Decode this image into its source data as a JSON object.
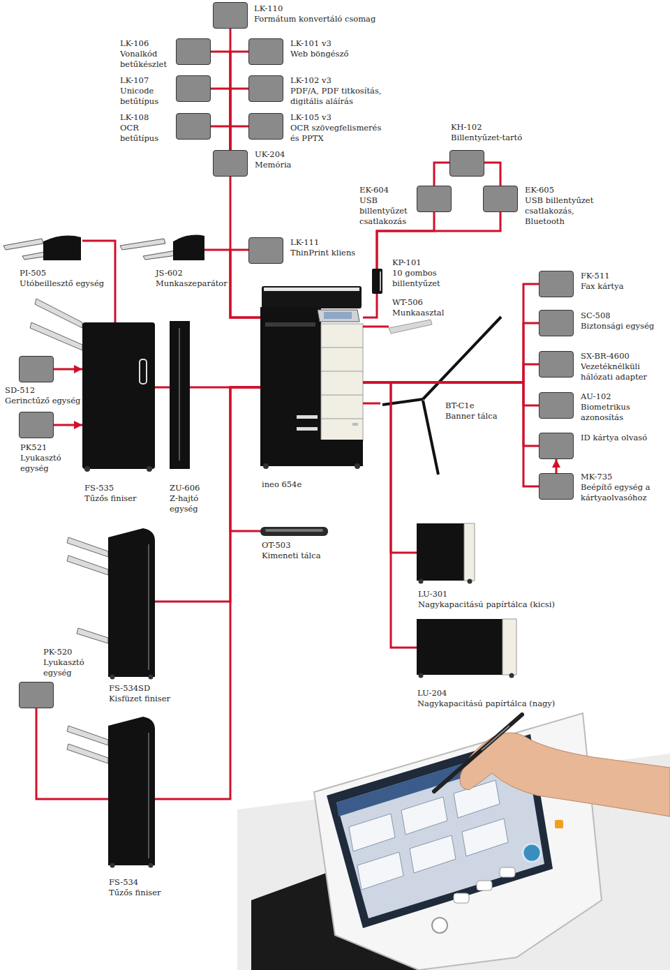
{
  "diagram": {
    "nodes": [
      {
        "text": [
          "LK-110",
          "Formátum konvertáló csomag"
        ]
      },
      {
        "text": [
          "LK-106",
          "Vonalkód betűkészlet"
        ]
      },
      {
        "text": [
          "LK-101 v3",
          "Web böngésző"
        ]
      },
      {
        "text": [
          "LK-107",
          "Unicode betűtípus"
        ]
      },
      {
        "text": [
          "LK-102 v3",
          "PDF/A, PDF titkosítás, digitális aláírás"
        ]
      },
      {
        "text": [
          "LK-108",
          "OCR betűtípus"
        ]
      },
      {
        "text": [
          "LK-105 v3",
          "OCR szövegfelismerés és PPTX"
        ]
      },
      {
        "text": [
          "KH-102",
          "Billentyűzet-tartó"
        ]
      },
      {
        "text": [
          "UK-204",
          "Memória"
        ]
      },
      {
        "text": [
          "EK-604",
          "USB billentyűzet csatlakozás"
        ]
      },
      {
        "text": [
          "EK-605",
          "USB billentyűzet csatlakozás, Bluetooth"
        ]
      },
      {
        "text": [
          "PI-505",
          "Utóbeillesztő egység"
        ]
      },
      {
        "text": [
          "JS-602",
          "Munkaszeparátor"
        ]
      },
      {
        "text": [
          "LK-111",
          "ThinPrint kliens"
        ]
      },
      {
        "text": [
          "KP-101",
          "10 gombos billentyűzet"
        ]
      },
      {
        "text": [
          "FK-511",
          "Fax kártya"
        ]
      },
      {
        "text": [
          "ineo 654e"
        ]
      },
      {
        "text": [
          "WT-506",
          "Munkaasztal"
        ]
      },
      {
        "text": [
          "SC-508",
          "Biztonsági egység"
        ]
      },
      {
        "text": [
          "FS-535",
          "Tűzős finiser"
        ]
      },
      {
        "text": [
          "ZU-606",
          "Z-hajtó egység"
        ]
      },
      {
        "text": [
          "SD-512",
          "Gerinctűző egység"
        ]
      },
      {
        "text": [
          "PK521",
          "Lyukasztó egység"
        ]
      },
      {
        "text": [
          "BT-C1e",
          "Banner tálca"
        ]
      },
      {
        "text": [
          "SX-BR-4600",
          "Vezetéknélküli hálózati adapter"
        ]
      },
      {
        "text": [
          "AU-102",
          "Biometrikus azonosítás"
        ]
      },
      {
        "text": [
          "ID kártya olvasó"
        ]
      },
      {
        "text": [
          "MK-735",
          "Beépítő egység a kártyaolvasóhoz"
        ]
      },
      {
        "text": [
          "OT-503",
          "Kimeneti tálca"
        ]
      },
      {
        "text": [
          "LU-301",
          "Nagykapacitású papírtálca (kicsi)"
        ]
      },
      {
        "text": [
          "FS-534SD",
          "Kisfüzet finiser"
        ]
      },
      {
        "text": [
          "PK-520",
          "Lyukasztó egység"
        ]
      },
      {
        "text": [
          "LU-204",
          "Nagykapacitású papírtálca (nagy)"
        ]
      },
      {
        "text": [
          "FS-534",
          "Tűzős finiser"
        ]
      }
    ],
    "edges": [
      {
        "from": 0,
        "to": 8,
        "arrow": "none"
      },
      {
        "from": 1,
        "to": 8,
        "arrow": "none"
      },
      {
        "from": 2,
        "to": 8,
        "arrow": "none"
      },
      {
        "from": 3,
        "to": 8,
        "arrow": "none"
      },
      {
        "from": 4,
        "to": 8,
        "arrow": "none"
      },
      {
        "from": 5,
        "to": 8,
        "arrow": "none"
      },
      {
        "from": 6,
        "to": 8,
        "arrow": "none"
      },
      {
        "from": 8,
        "to": 16,
        "arrow": "none"
      },
      {
        "from": 13,
        "to": 16,
        "arrow": "none"
      },
      {
        "from": 12,
        "to": 16,
        "arrow": "none"
      },
      {
        "from": 7,
        "to": 9,
        "arrow": "none"
      },
      {
        "from": 7,
        "to": 10,
        "arrow": "none"
      },
      {
        "from": 9,
        "to": 14,
        "arrow": "none"
      },
      {
        "from": 10,
        "to": 14,
        "arrow": "none"
      },
      {
        "from": 14,
        "to": 16,
        "arrow": "none"
      },
      {
        "from": 16,
        "to": 17,
        "arrow": "none"
      },
      {
        "from": 16,
        "to": 23,
        "arrow": "none"
      },
      {
        "from": 16,
        "to": 15,
        "arrow": "none"
      },
      {
        "from": 16,
        "to": 18,
        "arrow": "none"
      },
      {
        "from": 16,
        "to": 24,
        "arrow": "none"
      },
      {
        "from": 16,
        "to": 25,
        "arrow": "none"
      },
      {
        "from": 16,
        "to": 26,
        "arrow": "none"
      },
      {
        "from": 16,
        "to": 27,
        "arrow": "none"
      },
      {
        "from": 27,
        "to": 26,
        "arrow": "to"
      },
      {
        "from": 16,
        "to": 29,
        "arrow": "none"
      },
      {
        "from": 16,
        "to": 32,
        "arrow": "none"
      },
      {
        "from": 16,
        "to": 20,
        "arrow": "none"
      },
      {
        "from": 20,
        "to": 19,
        "arrow": "none"
      },
      {
        "from": 21,
        "to": 19,
        "arrow": "to"
      },
      {
        "from": 22,
        "to": 19,
        "arrow": "to"
      },
      {
        "from": 11,
        "to": 19,
        "arrow": "none"
      },
      {
        "from": 16,
        "to": 28,
        "arrow": "none"
      },
      {
        "from": 16,
        "to": 30,
        "arrow": "none"
      },
      {
        "from": 16,
        "to": 33,
        "arrow": "none"
      },
      {
        "from": 31,
        "to": 33,
        "arrow": "none"
      }
    ]
  }
}
